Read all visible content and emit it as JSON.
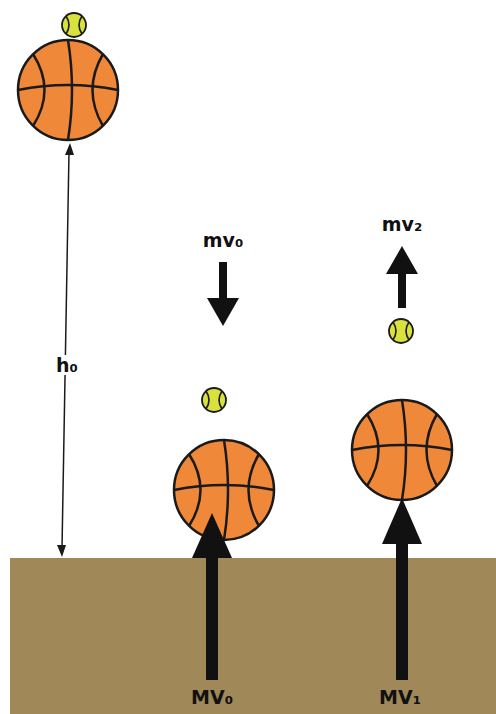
{
  "diagram": {
    "labels": [
      "h₀",
      "mv₀",
      "mv₂",
      "MV₀",
      "MV₁"
    ]
  }
}
